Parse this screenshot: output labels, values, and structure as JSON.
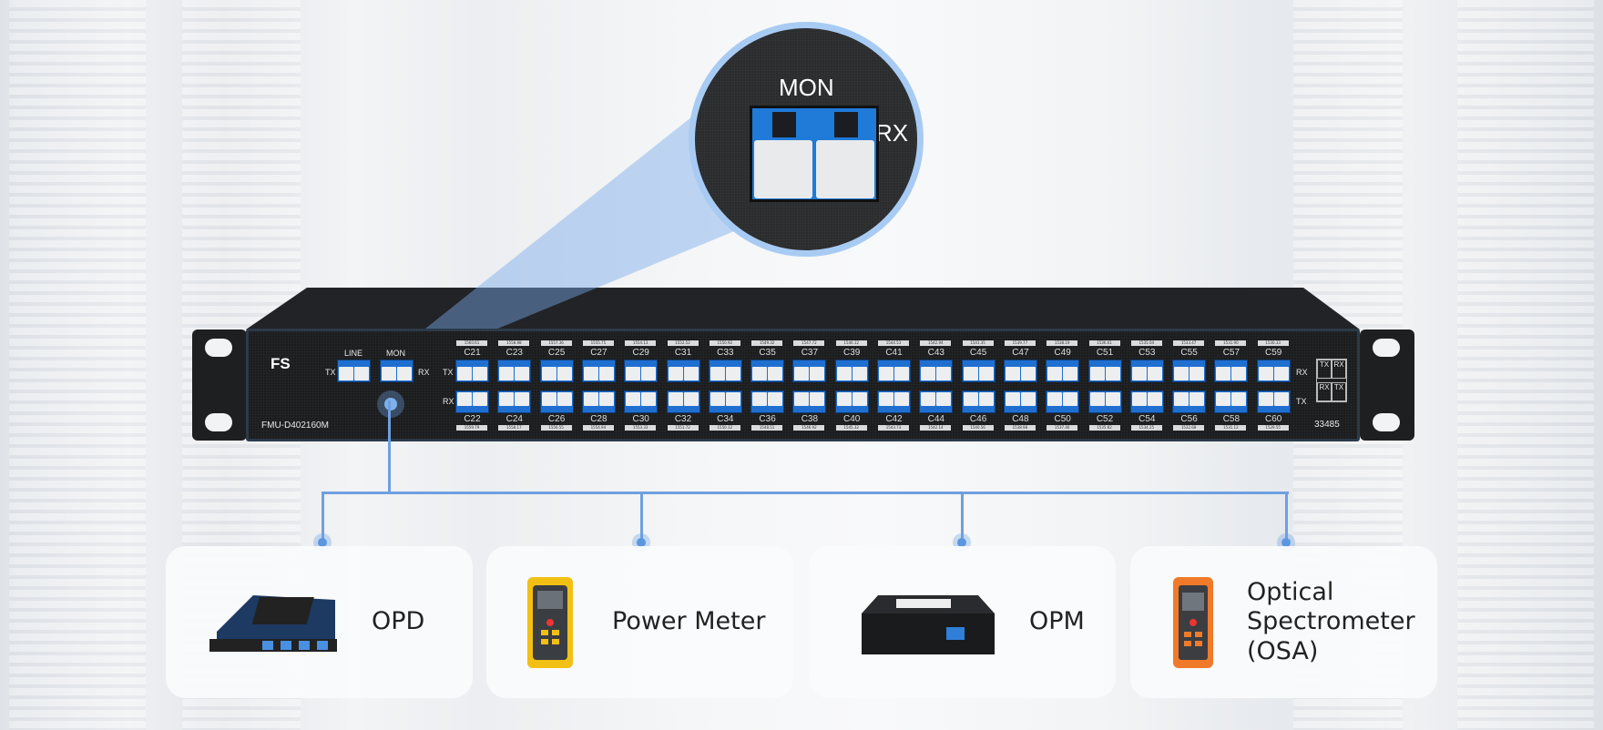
{
  "zoom_callout": {
    "label_top": "MON",
    "label_side": "RX"
  },
  "panel": {
    "brand": "FS",
    "model": "FMU-D402160M",
    "serial": "33485",
    "line_label": "LINE",
    "mon_label": "MON",
    "tx": "TX",
    "rx": "RX",
    "legend": [
      "TX",
      "RX",
      "RX",
      "TX"
    ]
  },
  "channels_top": [
    {
      "name": "C21",
      "wl": "1560.61"
    },
    {
      "name": "C23",
      "wl": "1558.98"
    },
    {
      "name": "C25",
      "wl": "1557.36"
    },
    {
      "name": "C27",
      "wl": "1555.75"
    },
    {
      "name": "C29",
      "wl": "1554.13"
    },
    {
      "name": "C31",
      "wl": "1552.52"
    },
    {
      "name": "C33",
      "wl": "1550.92"
    },
    {
      "name": "C35",
      "wl": "1549.32"
    },
    {
      "name": "C37",
      "wl": "1547.72"
    },
    {
      "name": "C39",
      "wl": "1546.12"
    },
    {
      "name": "C41",
      "wl": "1544.53"
    },
    {
      "name": "C43",
      "wl": "1542.94"
    },
    {
      "name": "C45",
      "wl": "1541.35"
    },
    {
      "name": "C47",
      "wl": "1539.77"
    },
    {
      "name": "C49",
      "wl": "1538.19"
    },
    {
      "name": "C51",
      "wl": "1536.61"
    },
    {
      "name": "C53",
      "wl": "1535.04"
    },
    {
      "name": "C55",
      "wl": "1533.47"
    },
    {
      "name": "C57",
      "wl": "1531.90"
    },
    {
      "name": "C59",
      "wl": "1530.33"
    }
  ],
  "channels_bottom": [
    {
      "name": "C22",
      "wl": "1559.79"
    },
    {
      "name": "C24",
      "wl": "1558.17"
    },
    {
      "name": "C26",
      "wl": "1556.55"
    },
    {
      "name": "C28",
      "wl": "1554.94"
    },
    {
      "name": "C30",
      "wl": "1553.33"
    },
    {
      "name": "C32",
      "wl": "1551.72"
    },
    {
      "name": "C34",
      "wl": "1550.12"
    },
    {
      "name": "C36",
      "wl": "1548.51"
    },
    {
      "name": "C38",
      "wl": "1546.92"
    },
    {
      "name": "C40",
      "wl": "1545.32"
    },
    {
      "name": "C42",
      "wl": "1543.73"
    },
    {
      "name": "C44",
      "wl": "1542.14"
    },
    {
      "name": "C46",
      "wl": "1540.56"
    },
    {
      "name": "C48",
      "wl": "1538.98"
    },
    {
      "name": "C50",
      "wl": "1537.40"
    },
    {
      "name": "C52",
      "wl": "1535.82"
    },
    {
      "name": "C54",
      "wl": "1534.25"
    },
    {
      "name": "C56",
      "wl": "1532.68"
    },
    {
      "name": "C58",
      "wl": "1531.12"
    },
    {
      "name": "C60",
      "wl": "1529.55"
    }
  ],
  "devices": [
    {
      "label": "OPD",
      "icon": "opd-card-icon"
    },
    {
      "label": "Power Meter",
      "icon": "power-meter-icon"
    },
    {
      "label": "OPM",
      "icon": "opm-box-icon"
    },
    {
      "label": "Optical Spectrometer (OSA)",
      "icon": "osa-icon"
    }
  ],
  "colors": {
    "accent": "#6ea0e0",
    "port_blue": "#1f6fd0",
    "chassis": "#1b1c1e"
  }
}
